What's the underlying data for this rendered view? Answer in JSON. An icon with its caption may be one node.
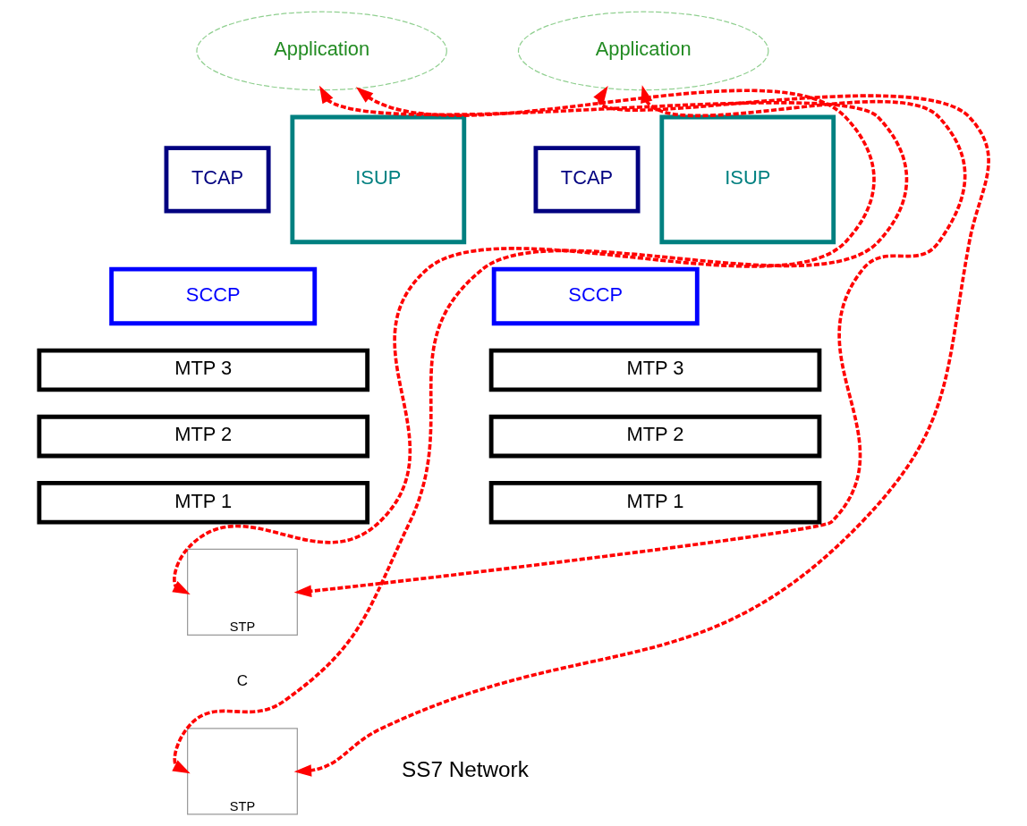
{
  "diagram": {
    "nodes": [
      {
        "text": [
          "Application"
        ]
      },
      {
        "text": [
          "Application"
        ]
      },
      {
        "text": [
          "TCAP"
        ]
      },
      {
        "text": [
          "ISUP"
        ]
      },
      {
        "text": [
          "SCCP"
        ]
      },
      {
        "text": [
          "MTP 3"
        ]
      },
      {
        "text": [
          "MTP 2"
        ]
      },
      {
        "text": [
          "MTP 1"
        ]
      },
      {
        "text": [
          "TCAP"
        ]
      },
      {
        "text": [
          "ISUP"
        ]
      },
      {
        "text": [
          "SCCP"
        ]
      },
      {
        "text": [
          "MTP 3"
        ]
      },
      {
        "text": [
          "MTP 2"
        ]
      },
      {
        "text": [
          "MTP 1"
        ]
      },
      {
        "text": [
          "STP"
        ]
      },
      {
        "text": [
          "STP"
        ]
      }
    ],
    "edges": [
      {
        "from": 0,
        "to": 14,
        "arrow": "both",
        "style": "dashed",
        "color": "#ff0000"
      },
      {
        "from": 0,
        "to": 15,
        "arrow": "both",
        "style": "dashed",
        "color": "#ff0000"
      },
      {
        "from": 1,
        "to": 14,
        "arrow": "both",
        "style": "dashed",
        "color": "#ff0000"
      },
      {
        "from": 1,
        "to": 15,
        "arrow": "both",
        "style": "dashed",
        "color": "#ff0000"
      }
    ],
    "labels": [
      "C",
      "SS7 Network"
    ]
  }
}
